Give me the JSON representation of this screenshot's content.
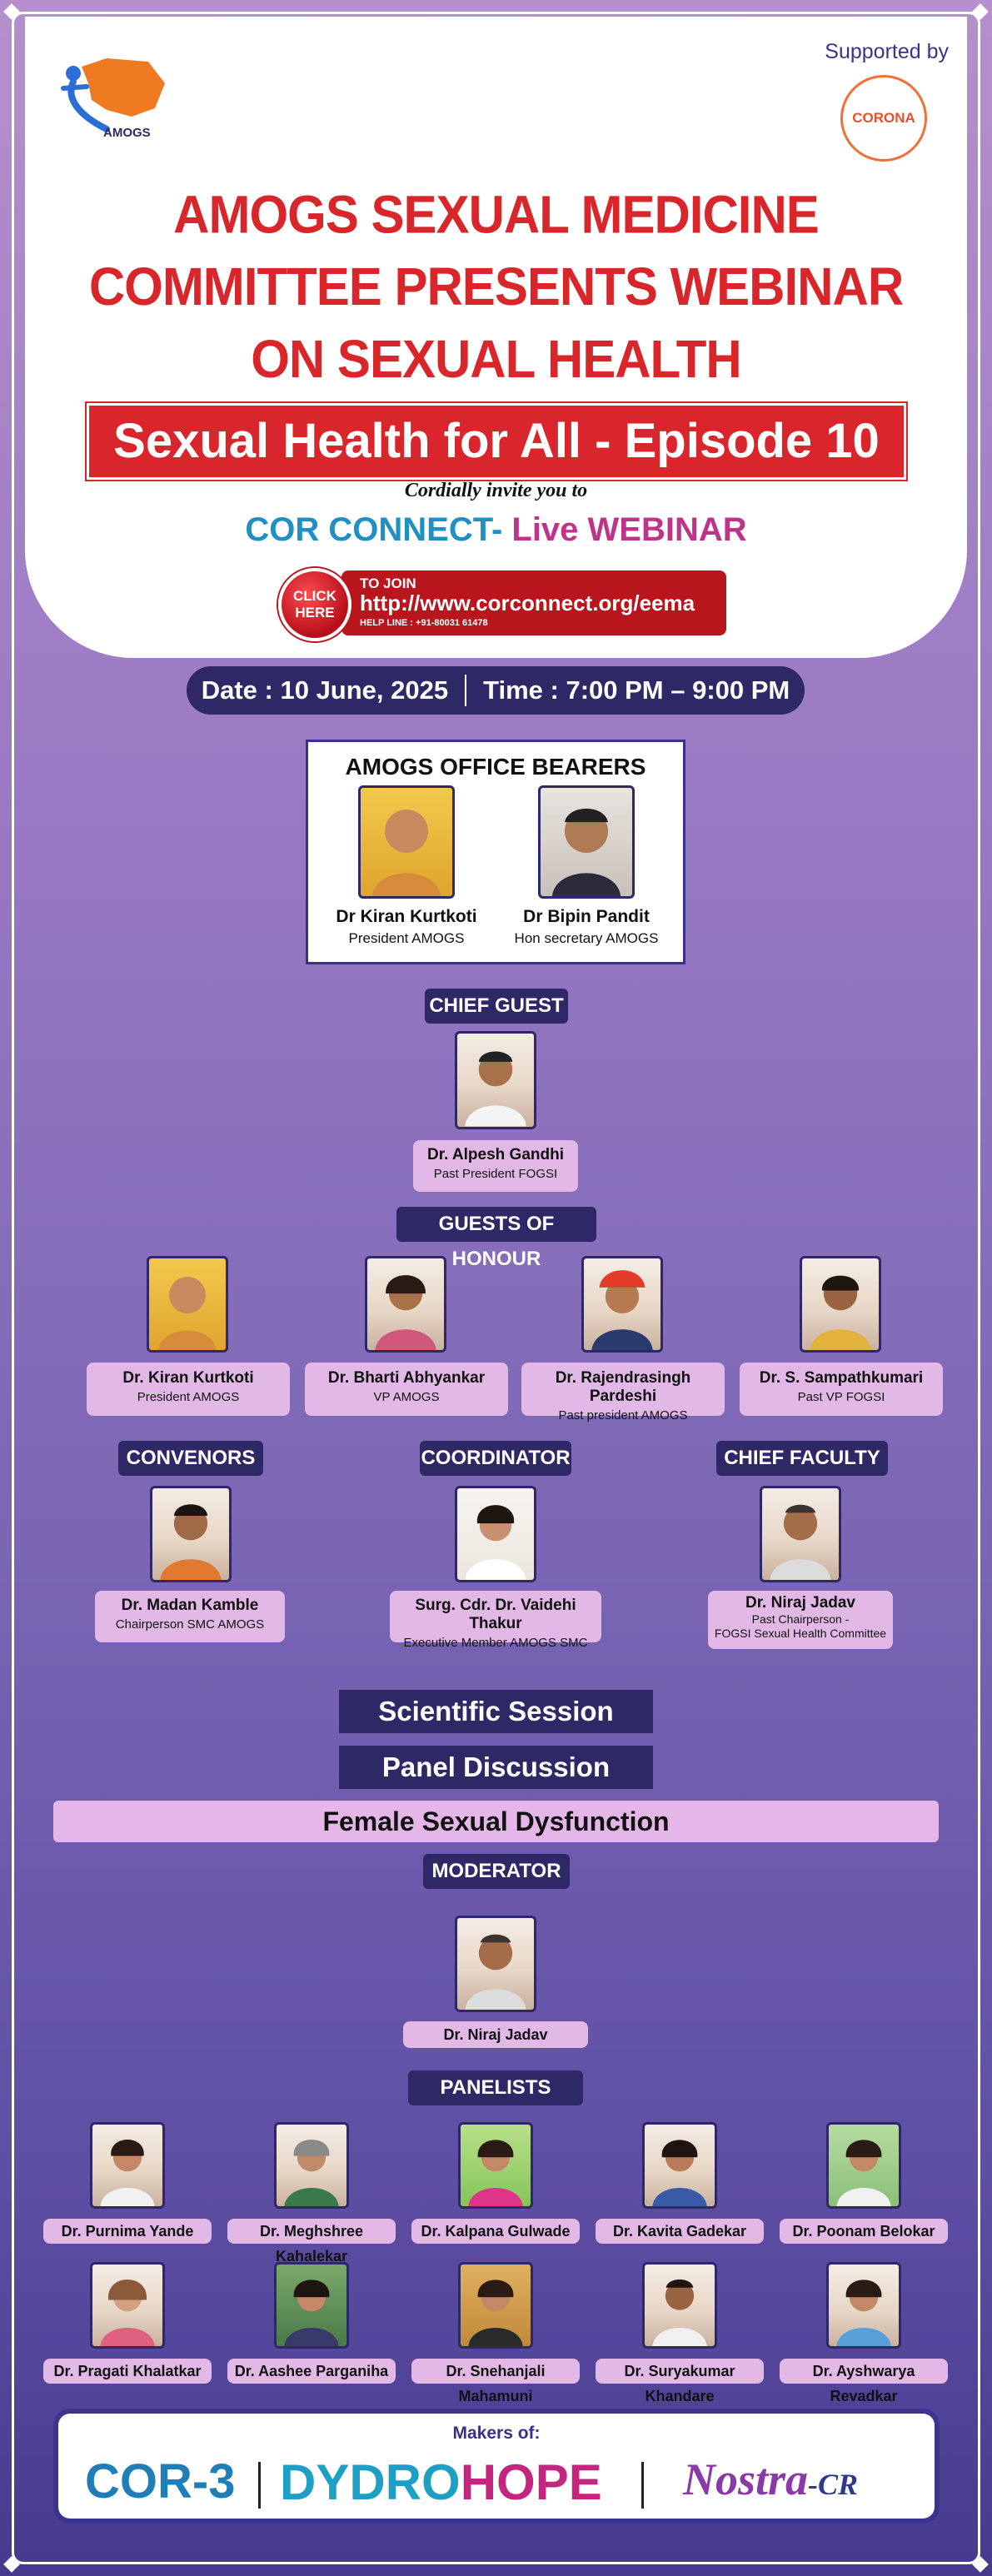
{
  "header": {
    "supported_by": "Supported by",
    "sponsor": "CORONA",
    "logo_text": "AMOGS",
    "title_lines": [
      "AMOGS SEXUAL MEDICINE",
      "COMMITTEE PRESENTS WEBINAR",
      "ON SEXUAL HEALTH"
    ],
    "episode": "Sexual Health for  All - Episode  10",
    "invite": "Cordially invite you to",
    "cc_part1": "COR CONNECT-",
    "cc_part2": " Live WEBINAR",
    "click_here": "CLICK HERE",
    "to_join": "TO JOIN",
    "url": "http://www.corconnect.org/eema",
    "helpline": "HELP LINE : +91-80031 61478"
  },
  "schedule": {
    "date": "Date : 10 June, 2025",
    "time": "Time : 7:00 PM – 9:00 PM"
  },
  "office_bearers": {
    "title": "AMOGS OFFICE BEARERS",
    "people": [
      {
        "name": "Dr Kiran Kurtkoti",
        "role": "President AMOGS"
      },
      {
        "name": "Dr Bipin Pandit",
        "role": "Hon secretary AMOGS"
      }
    ]
  },
  "chief_guest": {
    "label": "CHIEF GUEST",
    "name": "Dr. Alpesh Gandhi",
    "role": "Past President FOGSI"
  },
  "guests_of_honour": {
    "label": "GUESTS OF HONOUR",
    "people": [
      {
        "name": "Dr. Kiran Kurtkoti",
        "role": "President AMOGS"
      },
      {
        "name": "Dr. Bharti Abhyankar",
        "role": "VP AMOGS"
      },
      {
        "name": "Dr. Rajendrasingh Pardeshi",
        "role": "Past president AMOGS"
      },
      {
        "name": "Dr. S. Sampathkumari",
        "role": "Past VP FOGSI"
      }
    ]
  },
  "convenors": {
    "label": "CONVENORS",
    "name": "Dr. Madan Kamble",
    "role": "Chairperson SMC AMOGS"
  },
  "coordinator": {
    "label": "COORDINATOR",
    "name": "Surg. Cdr. Dr. Vaidehi Thakur",
    "role": "Executive Member AMOGS SMC"
  },
  "chief_faculty": {
    "label": "CHIEF FACULTY",
    "name": "Dr. Niraj Jadav",
    "role_line1": "Past Chairperson -",
    "role_line2": "FOGSI Sexual Health Committee"
  },
  "session": {
    "scientific": "Scientific Session",
    "panel": "Panel Discussion",
    "topic": "Female Sexual Dysfunction"
  },
  "moderator": {
    "label": "MODERATOR",
    "name": "Dr. Niraj Jadav"
  },
  "panelists": {
    "label": "PANELISTS",
    "row1": [
      "Dr. Purnima Yande",
      "Dr. Meghshree Kahalekar",
      "Dr. Kalpana Gulwade",
      "Dr. Kavita Gadekar",
      "Dr. Poonam Belokar"
    ],
    "row2": [
      "Dr. Pragati Khalatkar",
      "Dr. Aashee Parganiha",
      "Dr. Snehanjali Mahamuni",
      "Dr. Suryakumar Khandare",
      "Dr. Ayshwarya Revadkar"
    ]
  },
  "makers": {
    "label": "Makers of:",
    "brand1": "COR-3",
    "brand2a": "DYDRO",
    "brand2b": "HOPE",
    "brand3a": "Nostra",
    "brand3b": "-CR"
  },
  "colors": {
    "title_red": "#d8262b",
    "navy_tag": "#2e2866",
    "pink_card": "#e2b8e6",
    "accent_blue": "#1f8fc4",
    "accent_pink": "#c0338a"
  }
}
